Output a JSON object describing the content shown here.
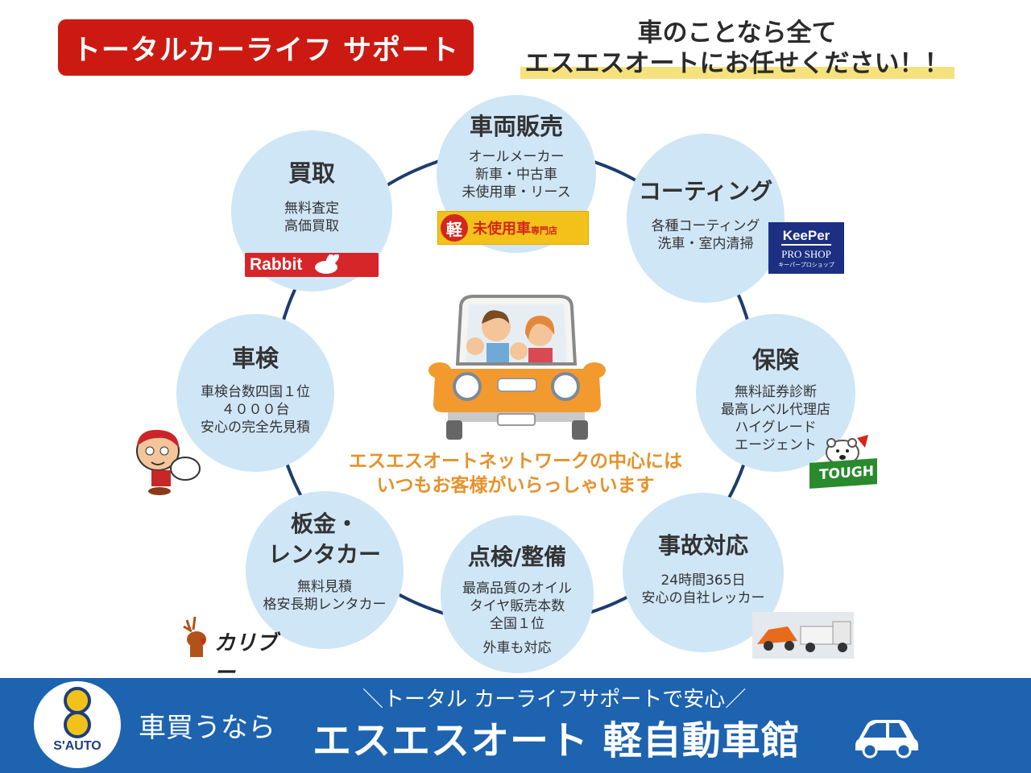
{
  "header": {
    "badge": "トータルカーライフ サポート",
    "tagline_line1": "車のことなら全て",
    "tagline_line2": "エスエスオートにお任せください！！"
  },
  "services": {
    "sale": {
      "title": "車両販売",
      "lines": [
        "オールメーカー",
        "新車・中古車",
        "未使用車・リース"
      ]
    },
    "buy": {
      "title": "買取",
      "lines": [
        "無料査定",
        "高価買取"
      ]
    },
    "coat": {
      "title": "コーティング",
      "lines": [
        "各種コーティング",
        "洗車・室内清掃"
      ]
    },
    "insp": {
      "title": "車検",
      "lines": [
        "車検台数四国１位",
        "４０００台",
        "安心の完全先見積"
      ]
    },
    "ins": {
      "title": "保険",
      "lines": [
        "無料証券診断",
        "最高レベル代理店",
        "ハイグレード",
        "エージェント"
      ]
    },
    "body": {
      "title_1": "板金・",
      "title_2": "レンタカー",
      "lines": [
        "無料見積",
        "格安長期レンタカー"
      ]
    },
    "check": {
      "title": "点検/整備",
      "lines": [
        "最高品質のオイル",
        "タイヤ販売本数",
        "全国１位"
      ],
      "extra": "外車も対応"
    },
    "acc": {
      "title": "事故対応",
      "lines": [
        "24時間365日",
        "安心の自社レッカー"
      ]
    }
  },
  "center_message": {
    "line1": "エスエスオートネットワークの中心には",
    "line2": "いつもお客様がいらっしゃいます"
  },
  "logos": {
    "kei_seal": "軽",
    "kei_text": "未使用車",
    "kei_small": "専門店",
    "rabbit": "Rabbit",
    "keeper_1": "KeePer",
    "keeper_2": "PRO SHOP",
    "keeper_3": "キーパープロショップ",
    "tough": "TOUGH",
    "caribou": "カリブー"
  },
  "footer": {
    "logo_brand": "S'AUTO",
    "buy_text": "車買うなら",
    "tagline": "＼トータル カーライフサポートで安心／",
    "name": "エスエスオート 軽自動車館"
  },
  "colors": {
    "badge_red": "#cc1a12",
    "circle_blue": "#cfe6f7",
    "footer_blue": "#1d63b0",
    "message_orange": "#e6922a",
    "ring_navy": "#1c3d6e"
  }
}
